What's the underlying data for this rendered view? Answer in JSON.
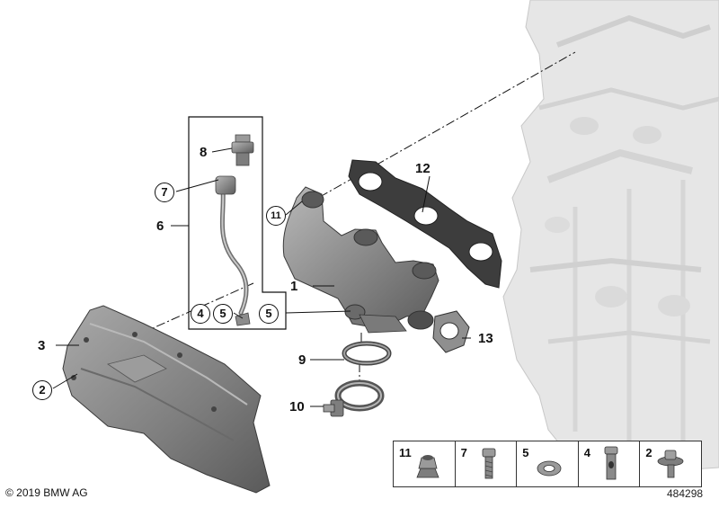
{
  "callouts": {
    "c1": "1",
    "c2": "2",
    "c3": "3",
    "c4": "4",
    "c5a": "5",
    "c5b": "5",
    "c6": "6",
    "c7": "7",
    "c8": "8",
    "c9": "9",
    "c10": "10",
    "c11": "11",
    "c12": "12",
    "c13": "13"
  },
  "legend": [
    "11",
    "7",
    "5",
    "4",
    "2"
  ],
  "footer": {
    "copyright": "© 2019 BMW AG",
    "diagram_id": "484298"
  },
  "colors": {
    "engine_block": "#e6e6e6",
    "parts": "#8c8c8c",
    "lines": "#111111"
  }
}
